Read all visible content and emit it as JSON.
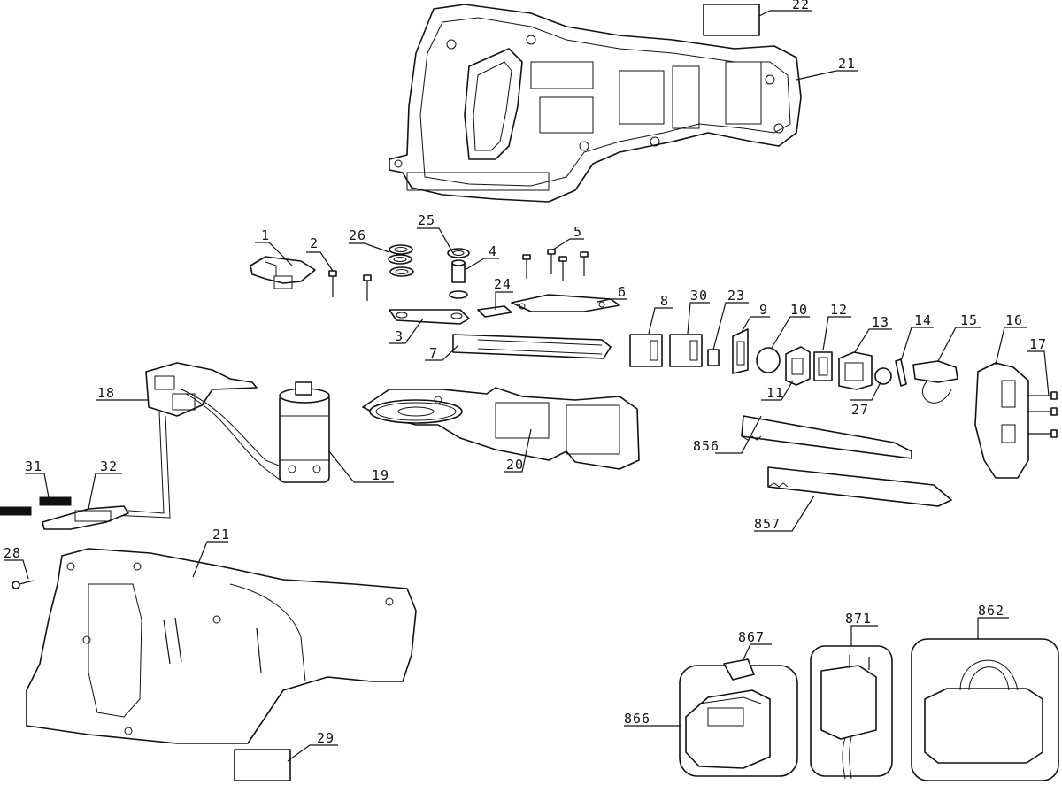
{
  "labels": {
    "l1": "1",
    "l2": "2",
    "l3": "3",
    "l4": "4",
    "l5": "5",
    "l6": "6",
    "l7": "7",
    "l8": "8",
    "l9": "9",
    "l10": "10",
    "l11": "11",
    "l12": "12",
    "l13": "13",
    "l14": "14",
    "l15": "15",
    "l16": "16",
    "l17": "17",
    "l18": "18",
    "l19": "19",
    "l20": "20",
    "l21a": "21",
    "l21b": "21",
    "l22": "22",
    "l23": "23",
    "l24": "24",
    "l25": "25",
    "l26": "26",
    "l27": "27",
    "l28": "28",
    "l29": "29",
    "l30": "30",
    "l31": "31",
    "l32": "32",
    "l856": "856",
    "l857": "857",
    "l862": "862",
    "l866": "866",
    "l867": "867",
    "l871": "871"
  }
}
